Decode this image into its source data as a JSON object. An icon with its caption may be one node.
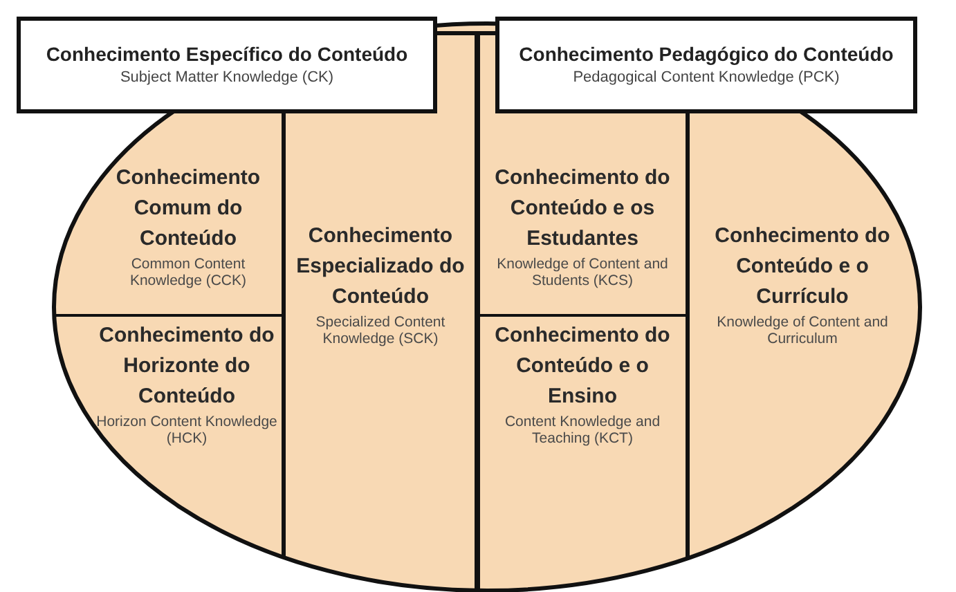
{
  "diagram": {
    "nodes": [
      {
        "text": [
          "Conhecimento Específico do Conteúdo",
          "Subject Matter Knowledge (CK)"
        ]
      },
      {
        "text": [
          "Conhecimento Pedagógico do Conteúdo",
          "Pedagogical Content Knowledge (PCK)"
        ]
      },
      {
        "text": [
          "Conhecimento Comum do Conteúdo",
          "Common Content Knowledge (CCK)"
        ]
      },
      {
        "text": [
          "Conhecimento do Horizonte do Conteúdo",
          "Horizon Content Knowledge (HCK)"
        ]
      },
      {
        "text": [
          "Conhecimento Especializado do Conteúdo",
          "Specialized Content Knowledge (SCK)"
        ]
      },
      {
        "text": [
          "Conhecimento do Conteúdo e os Estudantes",
          "Knowledge of Content and Students (KCS)"
        ]
      },
      {
        "text": [
          "Conhecimento do Conteúdo e o Ensino",
          "Content Knowledge and Teaching (KCT)"
        ]
      },
      {
        "text": [
          "Conhecimento do Conteúdo e o Currículo",
          "Knowledge of Content and Curriculum"
        ]
      }
    ]
  }
}
